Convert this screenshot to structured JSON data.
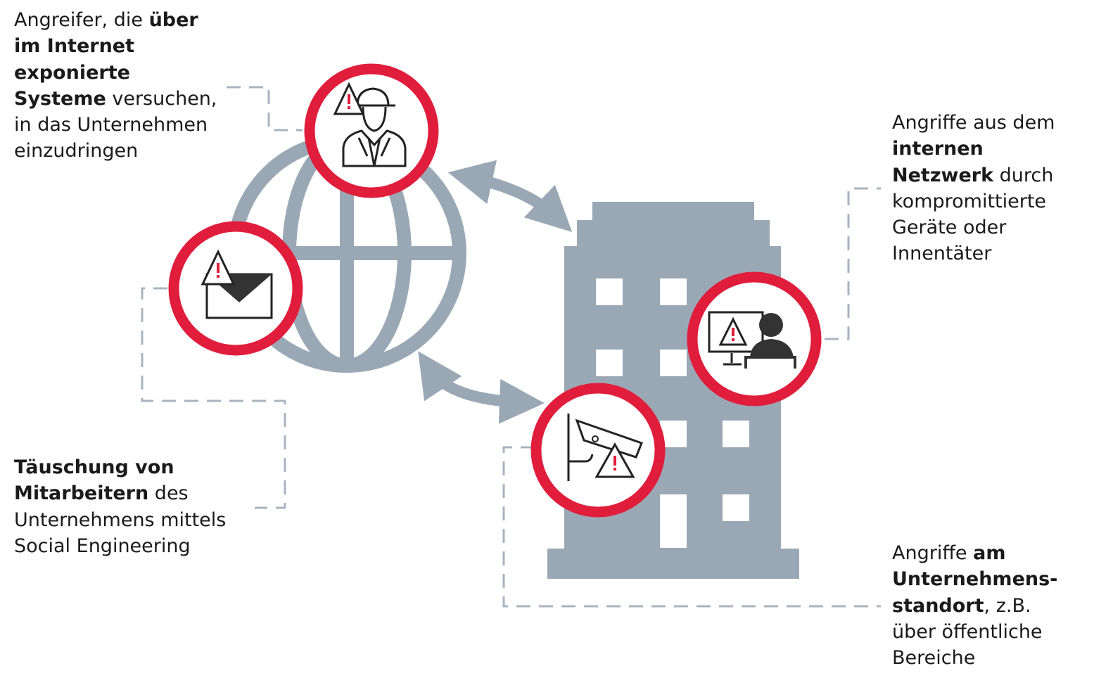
{
  "colors": {
    "accent_red": "#e11d3c",
    "building_gray": "#9aa8b6",
    "dash_gray": "#a8b4c0",
    "icon_dark": "#333333"
  },
  "labels": {
    "internet": {
      "l1a": "Angreifer, die ",
      "l1b": "über",
      "l2": "im Internet",
      "l3": "exponierte",
      "l4a": "Systeme",
      "l4b": " versuchen,",
      "l5": "in das Unternehmen",
      "l6": "einzudringen"
    },
    "social": {
      "l1": "Täuschung von",
      "l2a": "Mitarbeitern",
      "l2b": " des",
      "l3": "Unternehmens mittels",
      "l4": "Social Engineering"
    },
    "internal": {
      "l1": "Angriffe aus dem",
      "l2": "internen",
      "l3a": "Netzwerk",
      "l3b": " durch",
      "l4": "kompromittierte",
      "l5": "Geräte oder",
      "l6": "Innentäter"
    },
    "site": {
      "l1a": "Angriffe ",
      "l1b": "am",
      "l2": "Unternehmens-",
      "l3a": "standort",
      "l3b": ", z.B.",
      "l4": "über öffentliche",
      "l5": "Bereiche"
    }
  },
  "icons": [
    "hacker-icon",
    "phishing-mail-icon",
    "insider-computer-icon",
    "surveillance-camera-icon",
    "globe-icon",
    "building-icon"
  ]
}
